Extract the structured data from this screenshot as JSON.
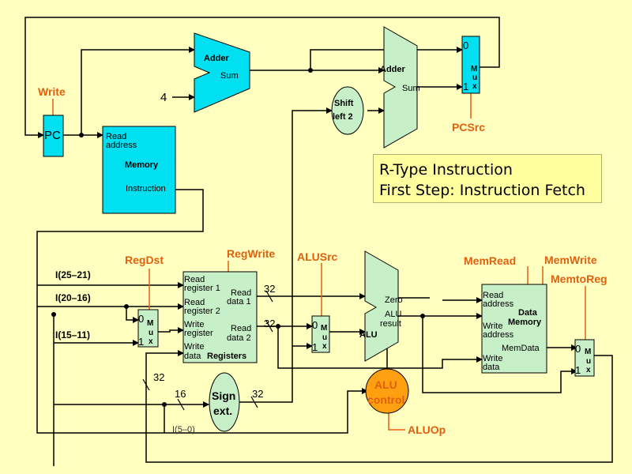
{
  "colors": {
    "background": "#ffffc0",
    "fetch_unit": "#00e0f0",
    "inactive_unit": "#c8f0c8",
    "control_signal": "#e06010",
    "alu_control_fill": "#ffa010",
    "wire": "#000000"
  },
  "fetch": {
    "pc_label": "PC",
    "write_label": "Write",
    "adder1_label": "Adder",
    "adder1_sum": "Sum",
    "const_four": "4",
    "memory_read": "Read",
    "memory_address": "address",
    "memory_title": "Memory",
    "memory_instruction": "Instruction"
  },
  "branch": {
    "shift_line1": "Shift",
    "shift_line2": "left 2",
    "adder2_label": "Adder",
    "adder2_sum": "Sum",
    "mux_0": "0",
    "mux_1": "1",
    "mux_m": "M",
    "mux_u": "u",
    "mux_x": "x",
    "pcsrc_label": "PCSrc"
  },
  "note": {
    "line1": "R-Type Instruction",
    "line2": "First Step: Instruction Fetch"
  },
  "decode": {
    "field_25_21": "I(25–21)",
    "field_20_16": "I(20–16)",
    "field_15_11": "I(15–11)",
    "field_5_0": "I(5–0)",
    "regdst_label": "RegDst",
    "regwrite_label": "RegWrite",
    "reg_read1_a": "Read",
    "reg_read1_b": "register 1",
    "reg_read2_a": "Read",
    "reg_read2_b": "register 2",
    "reg_write_a": "Write",
    "reg_write_b": "register",
    "reg_wdata_a": "Write",
    "reg_wdata_b": "data",
    "reg_title": "Registers",
    "reg_rdata1_a": "Read",
    "reg_rdata1_b": "data 1",
    "reg_rdata2_a": "Read",
    "reg_rdata2_b": "data 2",
    "bus_32_a": "32",
    "bus_32_b": "32",
    "bus_32_c": "32",
    "bus_16": "16",
    "bus_32_d": "32",
    "sign_line1": "Sign",
    "sign_line2": "ext."
  },
  "execute": {
    "alusrc_label": "ALUSrc",
    "alu_zero": "Zero",
    "alu_alu": "ALU",
    "alu_result": "result",
    "alu_title": "ALU",
    "aluctl_line1": "ALU",
    "aluctl_line2": "control",
    "aluop_label": "ALUOp"
  },
  "memory_stage": {
    "memread_label": "MemRead",
    "memwrite_label": "MemWrite",
    "memtoreg_label": "MemtoReg",
    "dm_read": "Read",
    "dm_address": "address",
    "dm_title1": "Data",
    "dm_title2": "Memory",
    "dm_write": "Write",
    "dm_waddress": "address",
    "dm_memdata": "MemData",
    "dm_wdata_a": "Write",
    "dm_wdata_b": "data"
  }
}
